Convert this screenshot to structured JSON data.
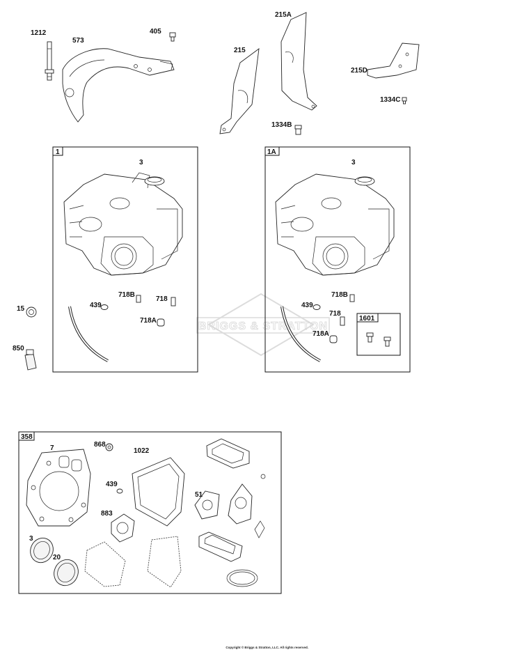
{
  "watermark": "BRIGGS & STRATTON",
  "copyright": "Copyright © Briggs & Stratton, LLC. All rights reserved.",
  "parts": [
    {
      "id": "1212"
    },
    {
      "id": "573"
    },
    {
      "id": "405"
    },
    {
      "id": "215"
    },
    {
      "id": "215A"
    },
    {
      "id": "215D"
    },
    {
      "id": "1334C"
    },
    {
      "id": "1334B"
    },
    {
      "id": "15"
    },
    {
      "id": "850"
    }
  ],
  "box_1": {
    "title": "1",
    "labels": [
      "3",
      "718B",
      "439",
      "718",
      "718A"
    ]
  },
  "box_1a": {
    "title": "1A",
    "labels": [
      "3",
      "718B",
      "439",
      "718",
      "718A"
    ],
    "sub_box": {
      "title": "1601"
    }
  },
  "box_358": {
    "title": "358",
    "labels": [
      "7",
      "868",
      "1022",
      "439",
      "51",
      "883",
      "3",
      "20"
    ]
  }
}
